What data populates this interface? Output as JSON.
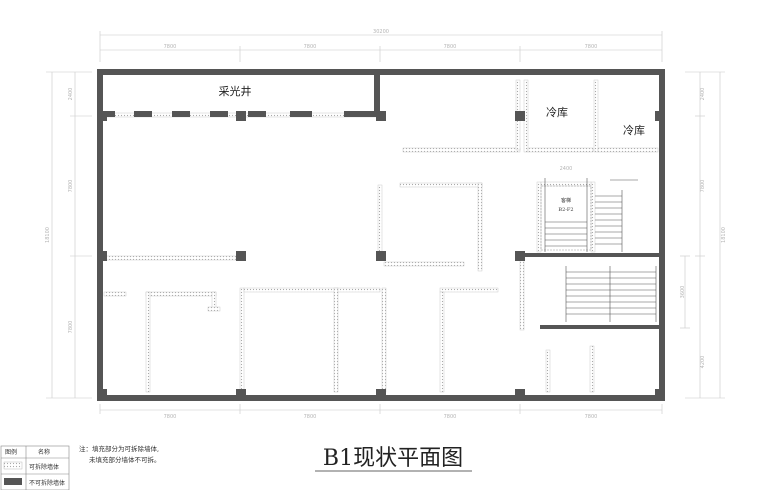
{
  "drawing": {
    "title": "B1现状平面图",
    "rooms": {
      "lightwell": "采光井",
      "cold_storage_1": "冷库",
      "cold_storage_2": "冷库",
      "stair_label_1": "客梯",
      "stair_label_2": "B2-F2"
    },
    "dimensions": {
      "overall_top": "30200",
      "top_segments": [
        "7800",
        "7800",
        "7800",
        "7800"
      ],
      "bottom_segments": [
        "7800",
        "7800",
        "7800",
        "7800"
      ],
      "overall_left": "18100",
      "left_segments": [
        "2400",
        "7800",
        "7800"
      ],
      "overall_right": "18100",
      "right_segments": [
        "2400",
        "7800",
        "3600",
        "4200"
      ],
      "stair_width": "2400"
    },
    "note": {
      "line1": "注：填充部分为可拆除墙体,",
      "line2": "未填充部分墙体不可拆。"
    },
    "legend": {
      "header_symbol": "图例",
      "header_name": "名称",
      "item_removable": "可拆除墙体",
      "item_fixed": "不可拆除墙体"
    },
    "colors": {
      "fixed_wall": "#555555",
      "removable_wall": "#cfcfcf",
      "dimension_line": "#c8c8c8"
    }
  }
}
